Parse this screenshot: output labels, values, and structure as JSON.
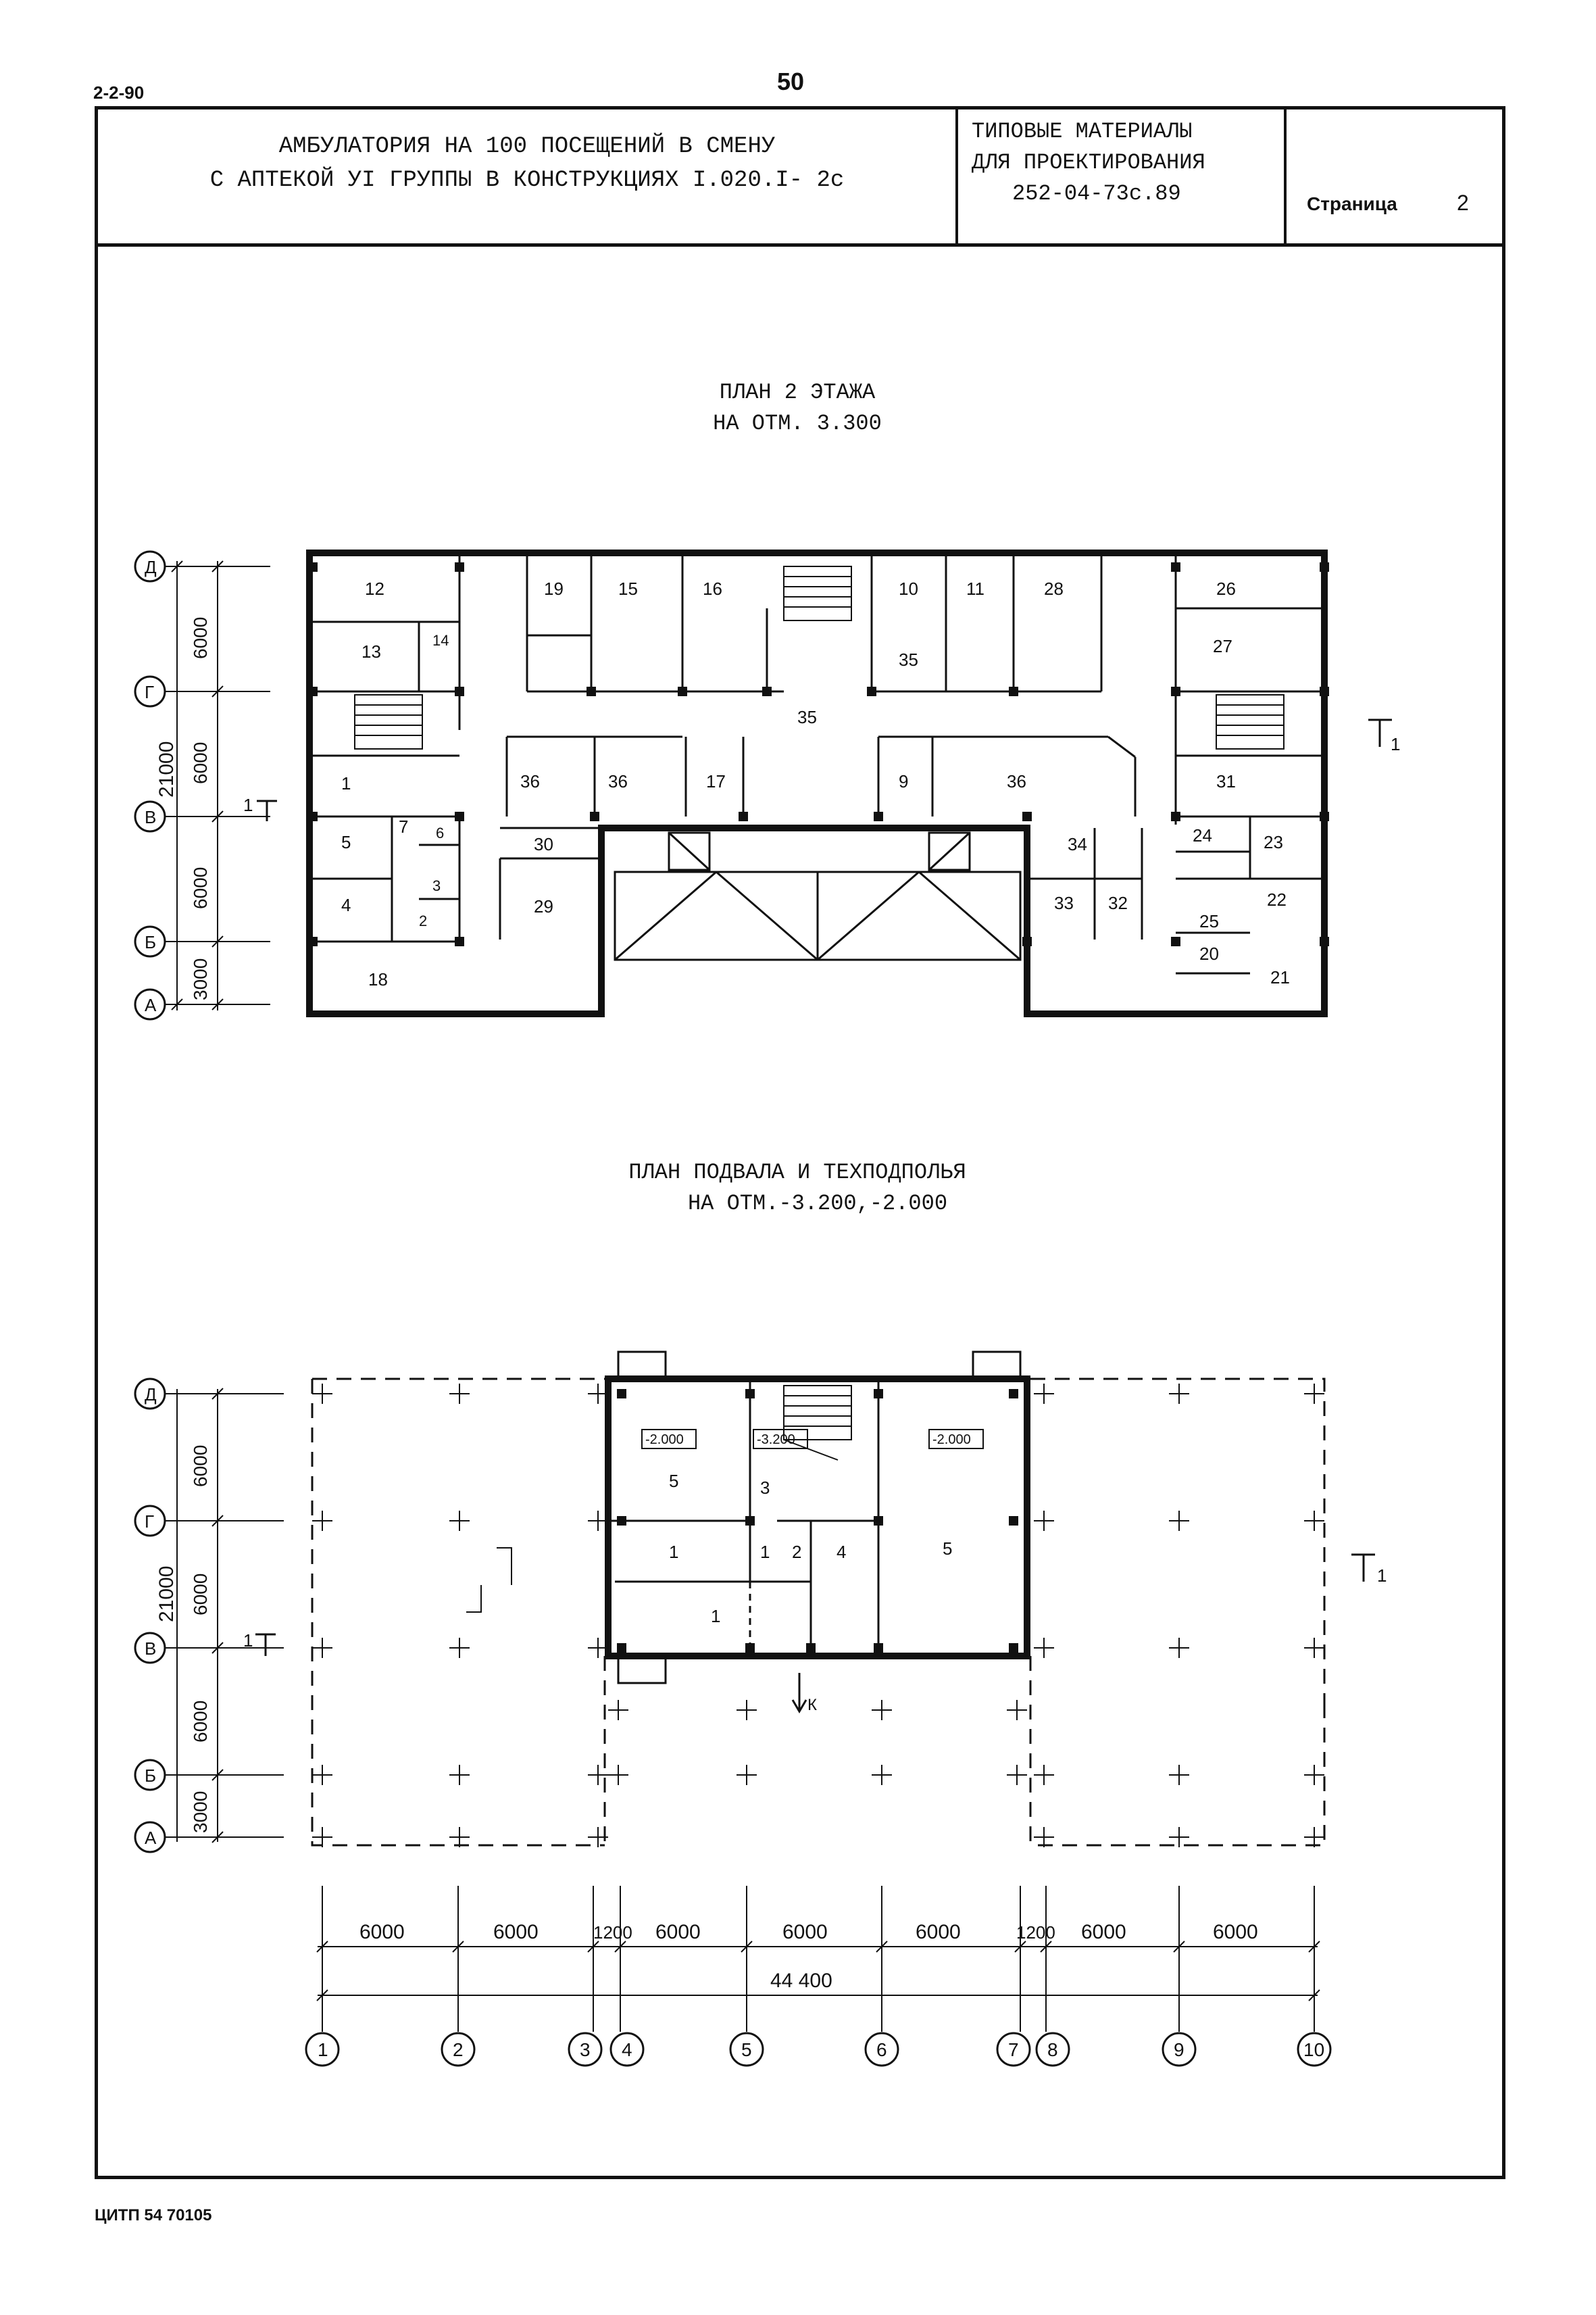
{
  "header": {
    "corner_code": "2-2-90",
    "page_number": "50",
    "title_line1": "АМБУЛАТОРИЯ НА 100 ПОСЕЩЕНИЙ В СМЕНУ",
    "title_line2": "С АПТЕКОЙ УI ГРУППЫ В КОНСТРУКЦИЯХ I.020.I-   2с",
    "series_line1": "ТИПОВЫЕ МАТЕРИАЛЫ",
    "series_line2": "ДЛЯ ПРОЕКТИРОВАНИЯ",
    "series_line3": "252-04-73с.89",
    "page_label": "Страница",
    "page_value": "2"
  },
  "plan2": {
    "title_line1": "ПЛАН 2 ЭТАЖА",
    "title_line2": "НА ОТМ. 3.300",
    "row_axes": [
      "Д",
      "Г",
      "В",
      "Б",
      "А"
    ],
    "row_dims": [
      "6000",
      "6000",
      "6000",
      "3000"
    ],
    "total_dim": "21000",
    "section_mark": "1",
    "rooms": [
      "12",
      "13",
      "14",
      "1",
      "7",
      "6",
      "5",
      "3",
      "4",
      "2",
      "18",
      "19",
      "15",
      "16",
      "10",
      "11",
      "28",
      "35",
      "26",
      "27",
      "36",
      "36",
      "17",
      "9",
      "36",
      "31",
      "30",
      "29",
      "34",
      "24",
      "23",
      "33",
      "32",
      "25",
      "22",
      "20",
      "21",
      "35"
    ]
  },
  "plan_basement": {
    "title_line1": "ПЛАН ПОДВАЛА И ТЕХПОДПОЛЬЯ",
    "title_line2": "НА ОТМ.-3.200,-2.000",
    "row_axes": [
      "Д",
      "Г",
      "В",
      "Б",
      "А"
    ],
    "row_dims": [
      "6000",
      "6000",
      "6000",
      "3000"
    ],
    "total_dim": "21000",
    "section_mark": "1",
    "marks": [
      "-2.000",
      "-3.200",
      "-2.000"
    ],
    "rooms": [
      "5",
      "3",
      "1",
      "1",
      "2",
      "4",
      "5",
      "1"
    ],
    "entrance_label": "К",
    "col_dims": [
      "6000",
      "6000",
      "1200",
      "6000",
      "6000",
      "6000",
      "1200",
      "6000",
      "6000"
    ],
    "overall_dim": "44 400",
    "col_axes": [
      "1",
      "2",
      "3",
      "4",
      "5",
      "6",
      "7",
      "8",
      "9",
      "10"
    ]
  },
  "footer": {
    "code": "ЦИТП  54  70105"
  }
}
